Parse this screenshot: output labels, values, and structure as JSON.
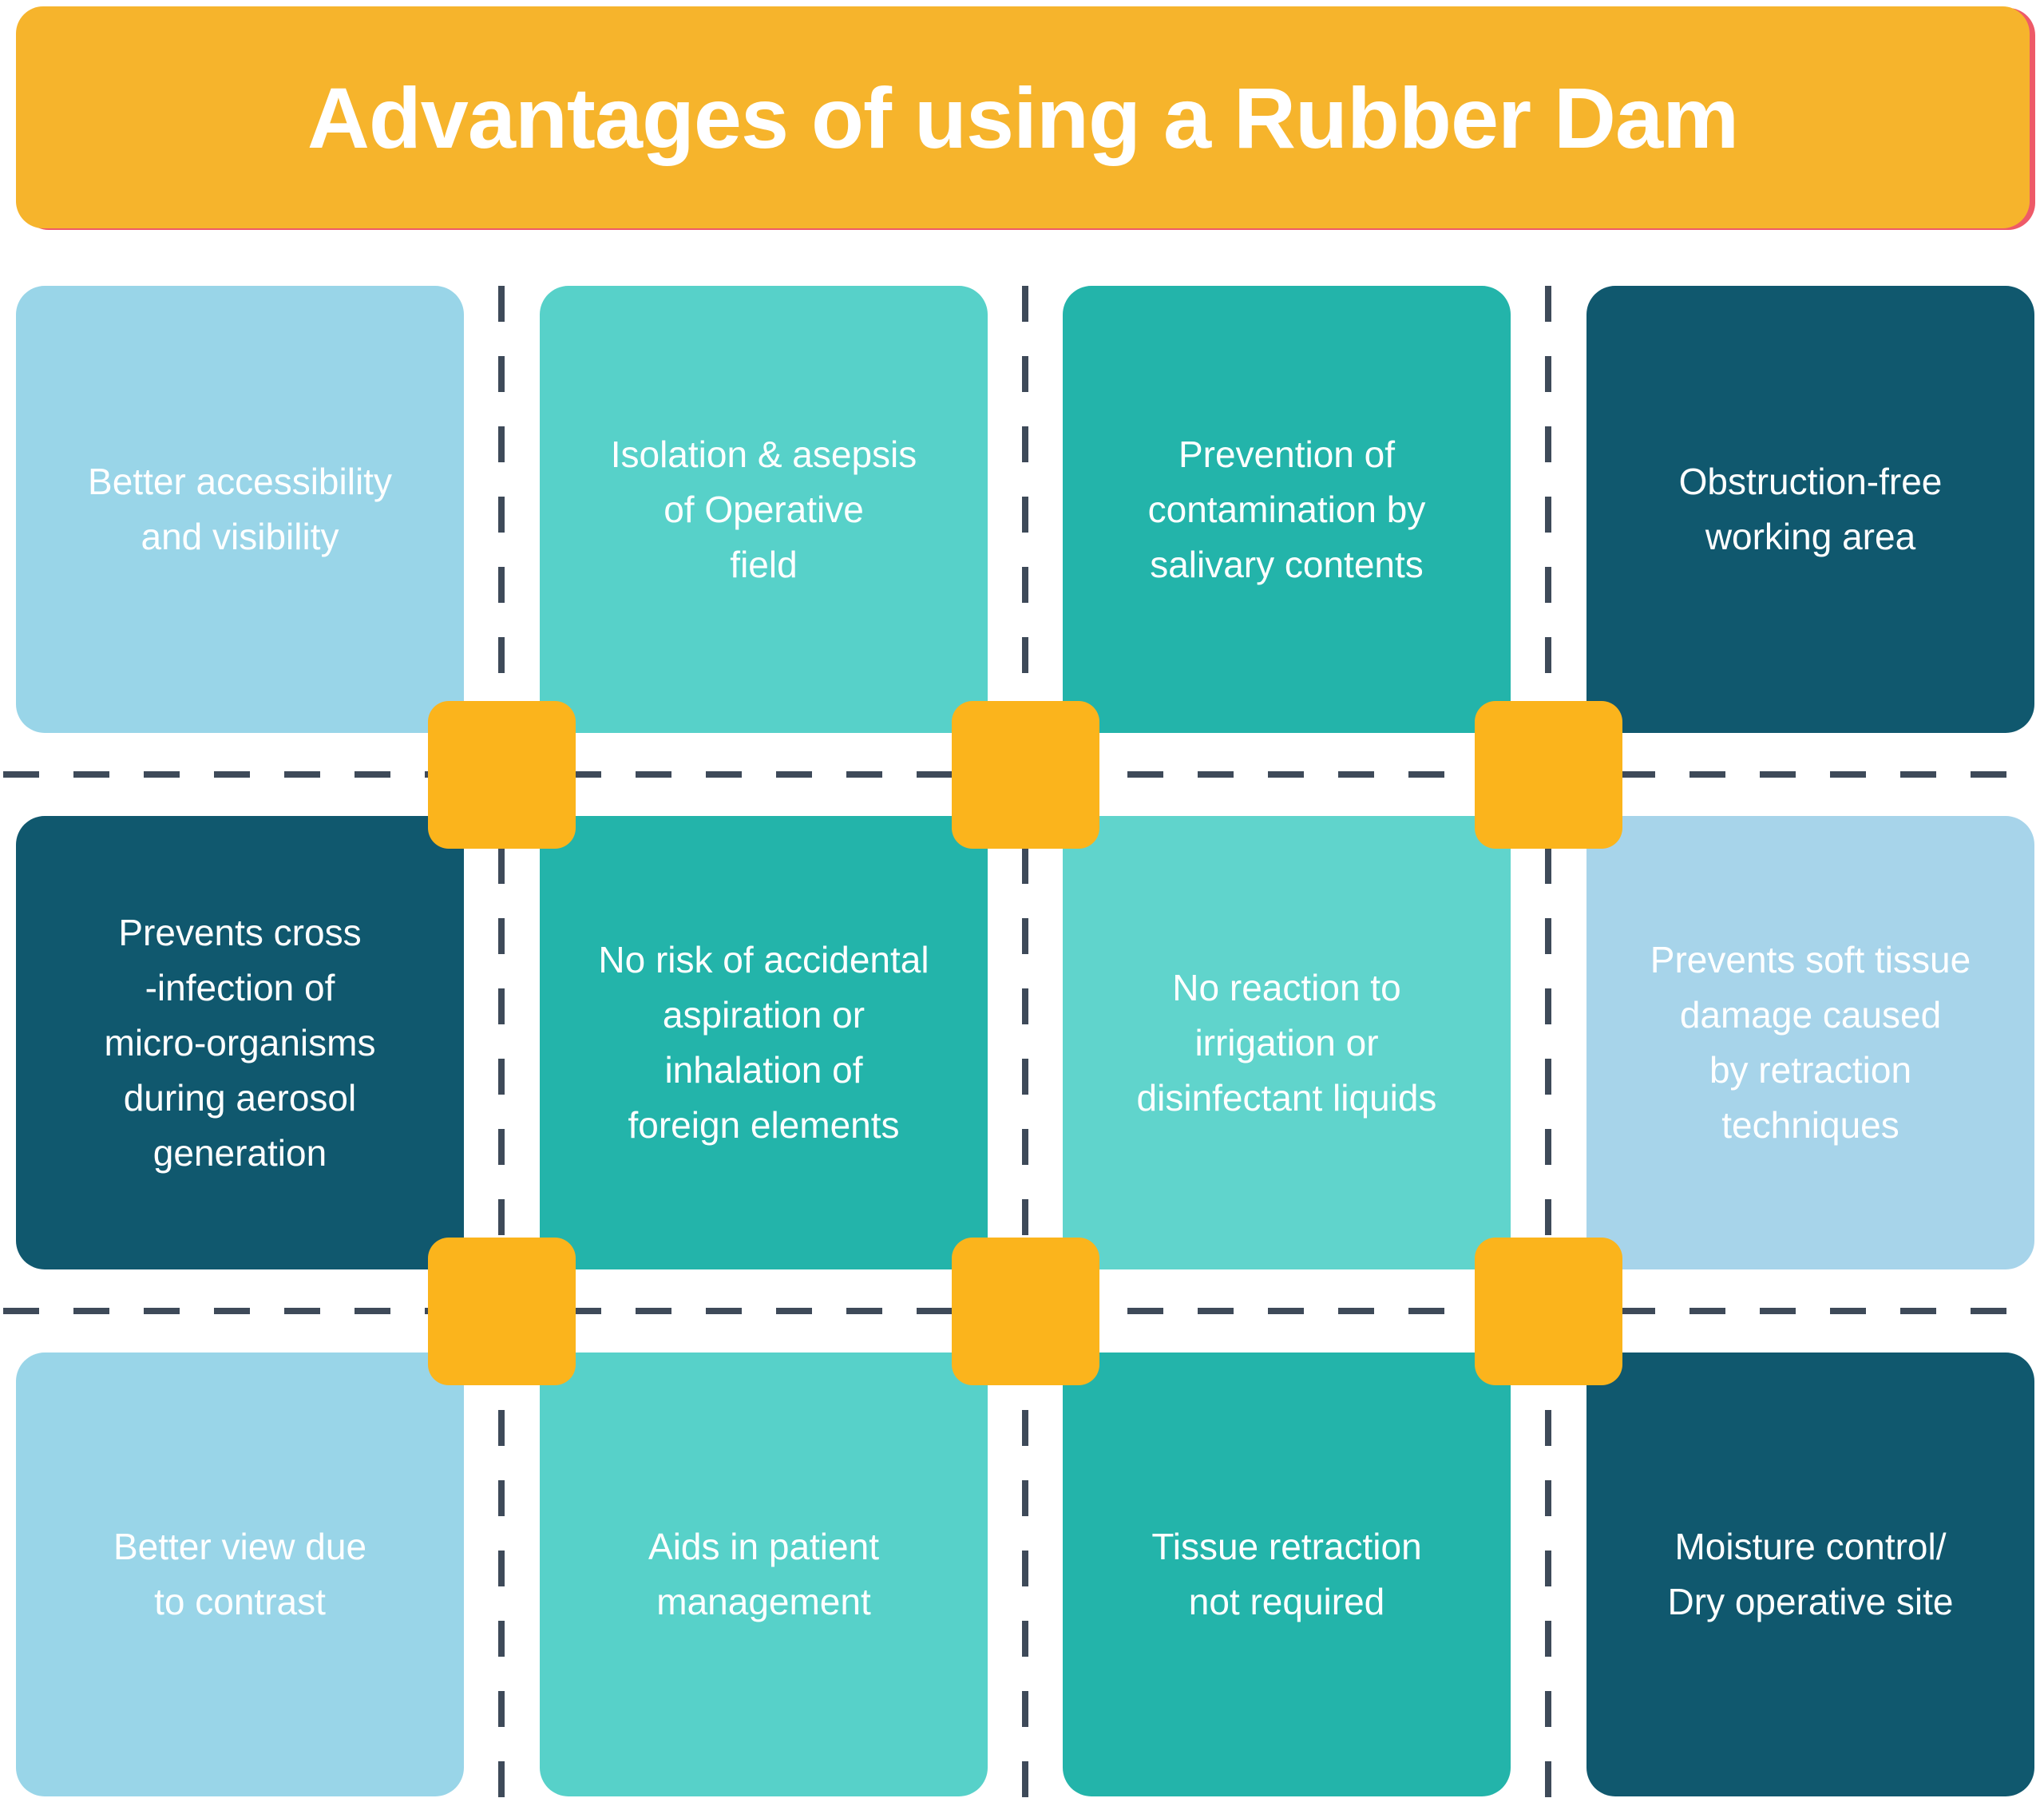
{
  "header": {
    "title": "Advantages of using a Rubber Dam"
  },
  "palette": {
    "header_yellow": "#F6B42C",
    "connector_yellow": "#FBB41C",
    "header_edge_accent_red": "#EE5A68",
    "dashed_line_gray": "#3E4A59",
    "light_blue": "#99D5E8",
    "light_blue_soft": "#A7D4EA",
    "turquoise": "#57D1C9",
    "turquoise_light": "#60D4CC",
    "teal": "#23B4AA",
    "dark_teal": "#10586E",
    "text_white": "#FFFFFF"
  },
  "cells": [
    {
      "row": 1,
      "col": 1,
      "color": "light_blue",
      "lines": [
        "Better accessibility",
        "and visibility"
      ]
    },
    {
      "row": 1,
      "col": 2,
      "color": "turquoise",
      "lines": [
        "Isolation & asepsis",
        "of Operative",
        "field"
      ]
    },
    {
      "row": 1,
      "col": 3,
      "color": "teal",
      "lines": [
        "Prevention of",
        "contamination by",
        "salivary contents"
      ]
    },
    {
      "row": 1,
      "col": 4,
      "color": "dark_teal",
      "lines": [
        "Obstruction-free",
        "working area"
      ]
    },
    {
      "row": 2,
      "col": 1,
      "color": "dark_teal",
      "lines": [
        "Prevents cross",
        "-infection of",
        "micro-organisms",
        "during aerosol",
        "generation"
      ]
    },
    {
      "row": 2,
      "col": 2,
      "color": "teal",
      "lines": [
        "No risk of accidental",
        "aspiration or",
        "inhalation of",
        "foreign elements"
      ]
    },
    {
      "row": 2,
      "col": 3,
      "color": "turquoise_light",
      "lines": [
        "No reaction to",
        "irrigation or",
        "disinfectant liquids"
      ]
    },
    {
      "row": 2,
      "col": 4,
      "color": "light_blue_soft",
      "lines": [
        "Prevents soft tissue",
        "damage caused",
        "by retraction",
        "techniques"
      ]
    },
    {
      "row": 3,
      "col": 1,
      "color": "light_blue",
      "lines": [
        "Better view due",
        "to contrast"
      ]
    },
    {
      "row": 3,
      "col": 2,
      "color": "turquoise",
      "lines": [
        "Aids in patient",
        "management"
      ]
    },
    {
      "row": 3,
      "col": 3,
      "color": "teal",
      "lines": [
        "Tissue retraction",
        "not required"
      ]
    },
    {
      "row": 3,
      "col": 4,
      "color": "dark_teal",
      "lines": [
        "Moisture control/",
        "Dry operative site"
      ]
    }
  ]
}
